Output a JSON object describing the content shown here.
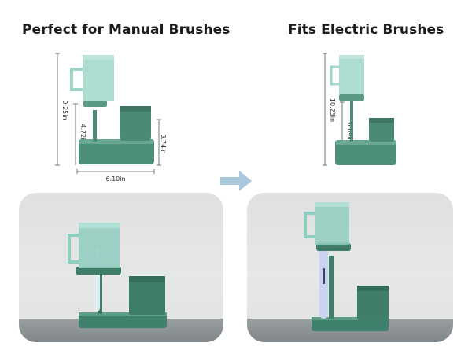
{
  "left_panel": {
    "heading": "Perfect for Manual Brushes",
    "dimensions": {
      "total_height": "9.25in",
      "stand_height": "4.72in",
      "holder_height": "3.74in",
      "base_width": "6.10in"
    }
  },
  "right_panel": {
    "heading": "Fits Electric Brushes",
    "dimensions": {
      "total_height": "10.23in",
      "stand_height": "6.69in"
    }
  },
  "colors": {
    "product_green": "#4e8f7a",
    "cup_teal": "#8fcdc0",
    "arrow_blue": "#a9c8dc",
    "photo_background": "#e3e4e4"
  },
  "icons": {
    "arrow": "right-arrow-icon"
  }
}
